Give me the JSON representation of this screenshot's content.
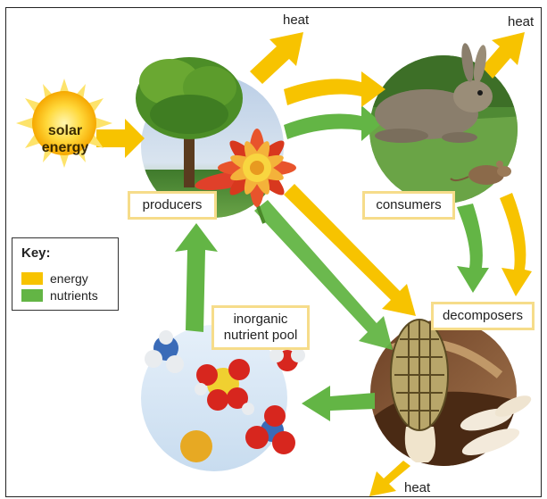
{
  "labels": {
    "solar_line1": "solar",
    "solar_line2": "energy",
    "producers": "producers",
    "consumers": "consumers",
    "decomposers": "decomposers",
    "nutrient_pool_line1": "inorganic",
    "nutrient_pool_line2": "nutrient pool"
  },
  "heat": {
    "producers": "heat",
    "consumers": "heat",
    "decomposers": "heat"
  },
  "key": {
    "title": "Key:",
    "items": [
      {
        "label": "energy",
        "color": "#f7c300"
      },
      {
        "label": "nutrients",
        "color": "#63b545"
      }
    ]
  },
  "colors": {
    "energy": "#f7c300",
    "nutrients": "#63b545",
    "label_border": "#f6dc8a"
  }
}
